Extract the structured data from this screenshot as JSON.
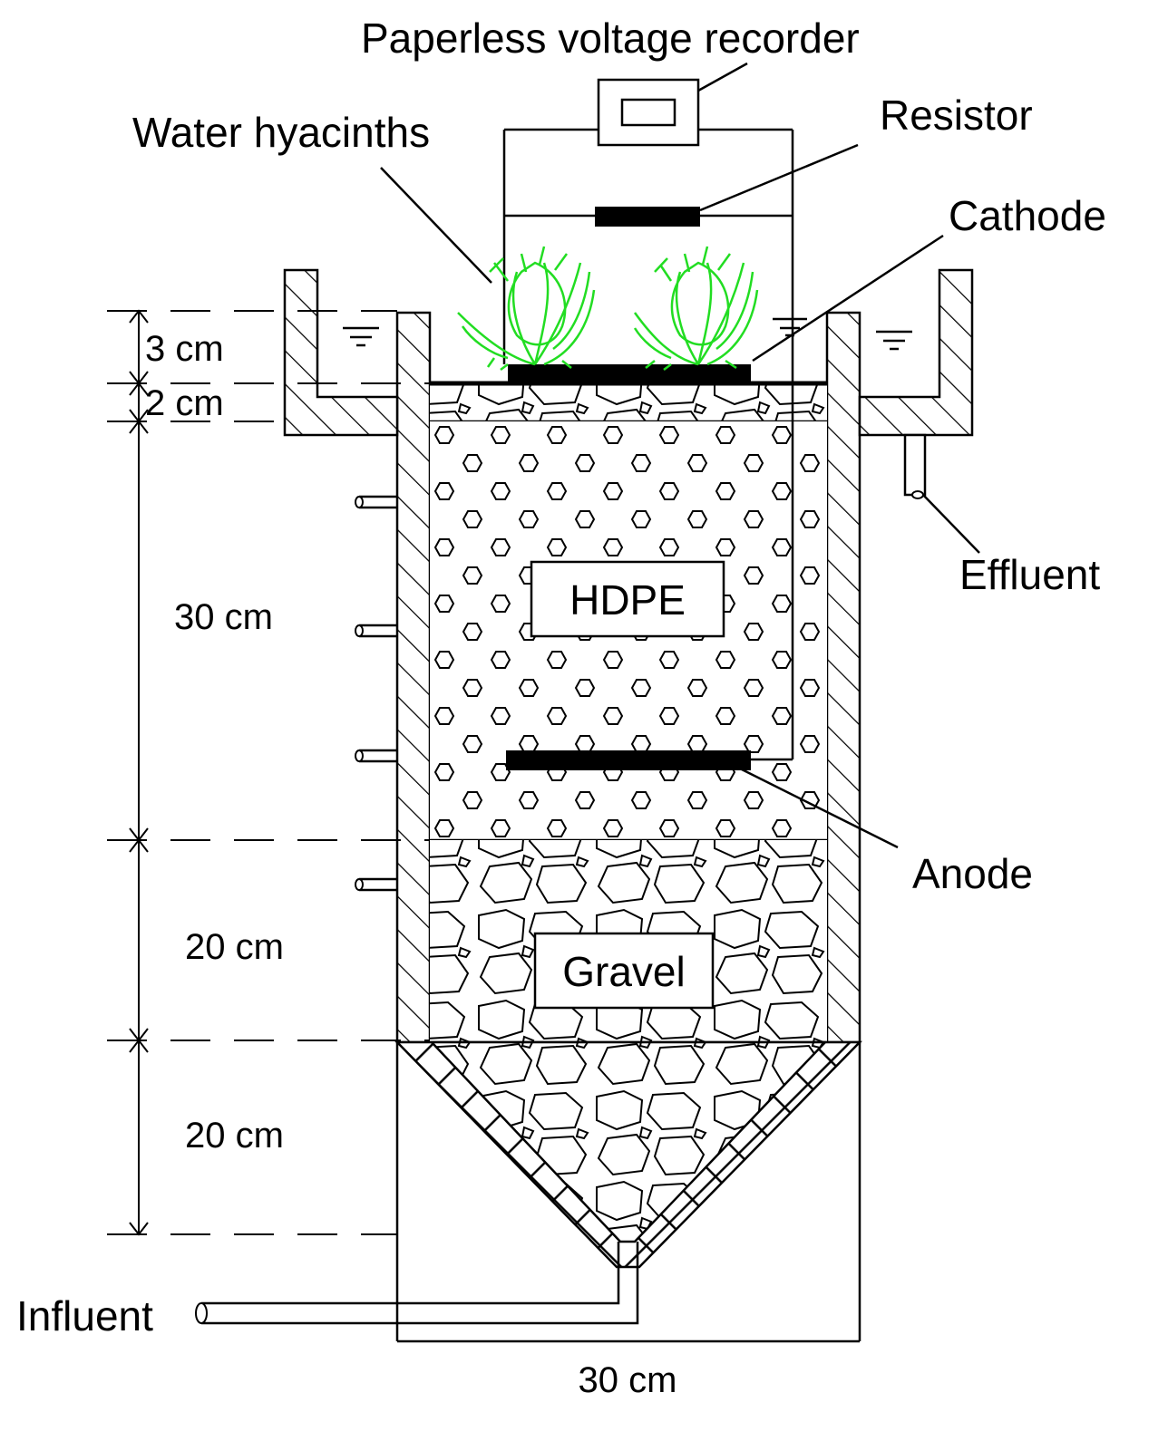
{
  "labels": {
    "recorder": "Paperless voltage recorder",
    "resistor": "Resistor",
    "plants": "Water hyacinths",
    "cathode": "Cathode",
    "effluent": "Effluent",
    "anode": "Anode",
    "influent": "Influent",
    "hdpe": "HDPE",
    "gravel": "Gravel"
  },
  "dimensions": {
    "water_depth": "3 cm",
    "cathode_gap": "2 cm",
    "hdpe_layer": "30 cm",
    "gravel_layer": "20 cm",
    "cone_section": "20 cm",
    "width": "30 cm"
  },
  "colors": {
    "line": "#000000",
    "plant": "#22dd22",
    "electrode": "#000000"
  }
}
